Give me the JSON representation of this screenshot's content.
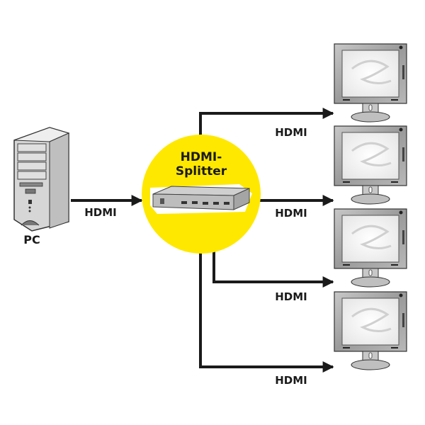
{
  "diagram": {
    "title": "HDMI-Splitter connection diagram",
    "source": {
      "label": "PC",
      "icon": "pc-tower-icon",
      "connection_label": "HDMI"
    },
    "splitter": {
      "label_line1": "HDMI-",
      "label_line2": "Splitter",
      "icon": "hdmi-splitter-device-icon",
      "ports": 5
    },
    "outputs": [
      {
        "connection_label": "HDMI",
        "device": "monitor-1"
      },
      {
        "connection_label": "HDMI",
        "device": "monitor-2"
      },
      {
        "connection_label": "HDMI",
        "device": "monitor-3"
      },
      {
        "connection_label": "HDMI",
        "device": "monitor-4"
      }
    ],
    "colors": {
      "highlight": "#ffe800",
      "line": "#1a1a1a",
      "device_gray": "#a8a8a8",
      "screen": "#f2f2f2"
    }
  }
}
